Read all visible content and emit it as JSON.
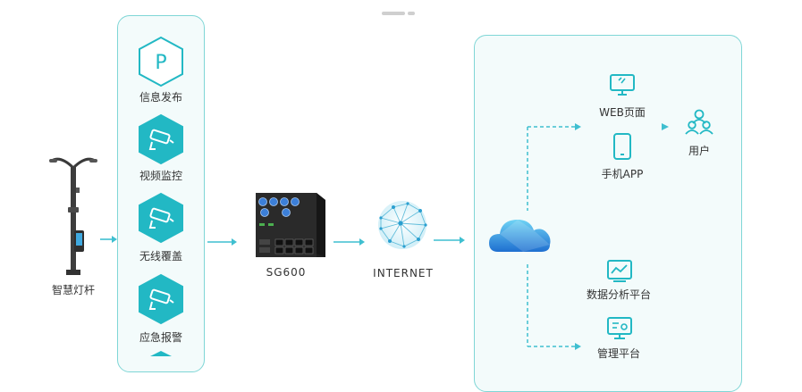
{
  "colors": {
    "accent": "#22b8c4",
    "panel_border": "#7fd6d6",
    "panel_bg": "#f3fbfb",
    "arrow": "#3fbfd0"
  },
  "left": {
    "lamp_label": "智慧灯杆"
  },
  "services": [
    {
      "label": "信息发布",
      "icon": "parking-p-icon"
    },
    {
      "label": "视频监控",
      "icon": "camera-icon"
    },
    {
      "label": "无线覆盖",
      "icon": "camera-icon"
    },
    {
      "label": "应急报警",
      "icon": "camera-icon"
    }
  ],
  "gateway": {
    "label": "SG600"
  },
  "internet": {
    "label": "INTERNET"
  },
  "cloud_panel": {
    "web": "WEB页面",
    "app": "手机APP",
    "user": "用户",
    "analysis": "数据分析平台",
    "manage": "管理平台"
  }
}
